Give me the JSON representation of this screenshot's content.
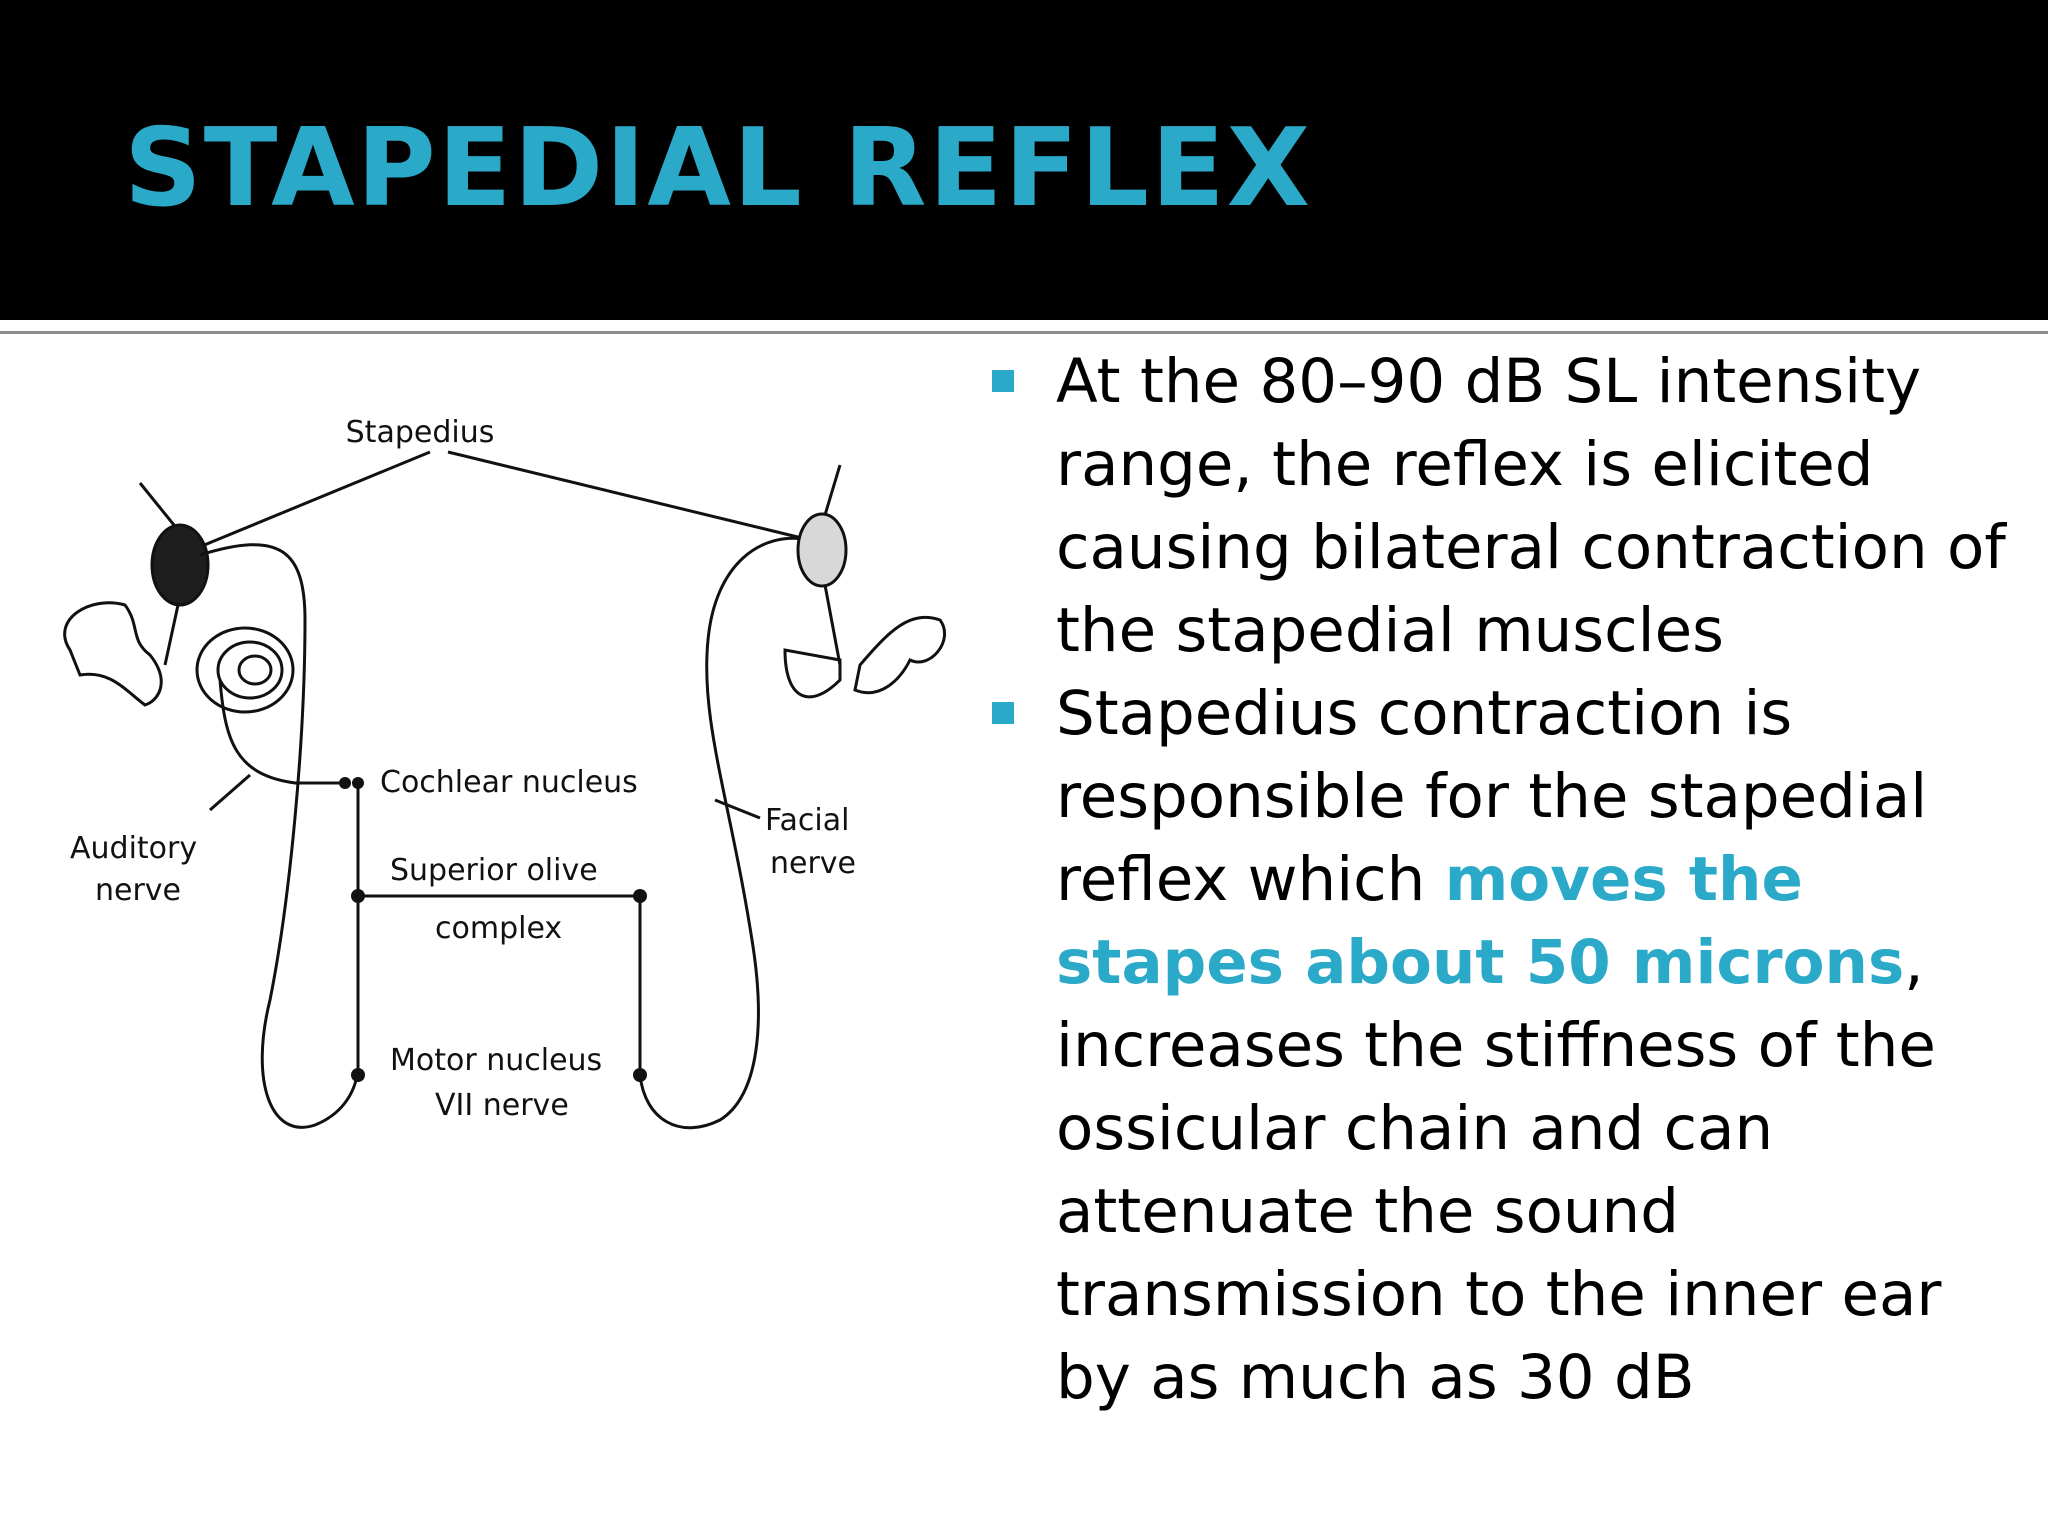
{
  "slide": {
    "title": "STAPEDIAL REFLEX"
  },
  "diagram": {
    "labels": {
      "stapedius": "Stapedius",
      "cochlear_nucleus": "Cochlear nucleus",
      "superior_olive_1": "Superior olive",
      "superior_olive_2": "complex",
      "motor_nucleus_1": "Motor nucleus",
      "motor_nucleus_2": "VII nerve",
      "auditory_nerve_1": "Auditory",
      "auditory_nerve_2": "nerve",
      "facial_nerve_1": "Facial",
      "facial_nerve_2": "nerve"
    }
  },
  "bullets": [
    {
      "text": "At the 80–90 dB SL intensity range, the reflex is elicited causing bilateral contraction of the stapedial muscles"
    },
    {
      "text_before": "Stapedius contraction is responsible for the stapedial reflex which ",
      "highlight": "moves the stapes about 50 microns",
      "text_after": ", increases the stiffness of the ossicular chain and can attenuate the sound transmission to the inner ear by as much as 30 dB"
    }
  ],
  "colors": {
    "accent": "#2ba9c8",
    "header_bg": "#000000",
    "body_bg": "#ffffff"
  }
}
